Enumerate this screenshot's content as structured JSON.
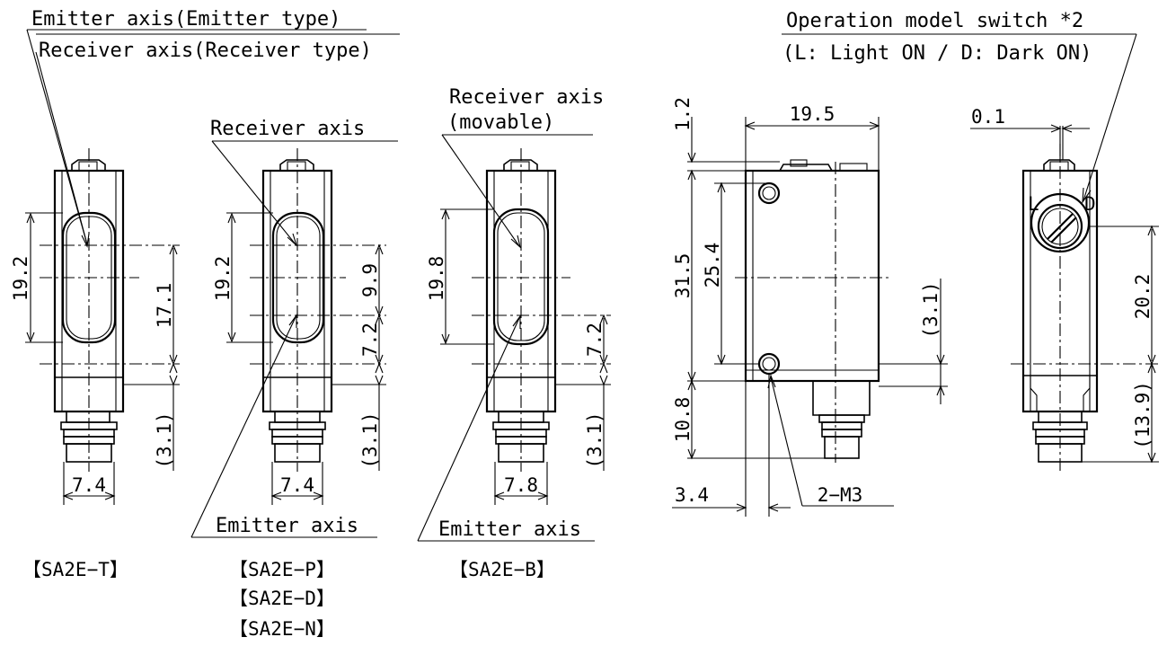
{
  "labels": {
    "emitter_axis_emitter_type": "Emitter axis(Emitter type)",
    "receiver_axis_receiver_type": "Receiver axis(Receiver type)",
    "receiver_axis": "Receiver axis",
    "receiver_axis_movable_1": "Receiver axis",
    "receiver_axis_movable_2": "(movable)",
    "operation_switch_1": "Operation model switch *2",
    "operation_switch_2": "(L: Light ON / D: Dark ON)",
    "emitter_axis_p": "Emitter axis",
    "emitter_axis_b": "Emitter axis",
    "switch_l": "L",
    "switch_d": "D"
  },
  "models": {
    "t": "【SA2E−T】",
    "p": "【SA2E−P】",
    "d": "【SA2E−D】",
    "n": "【SA2E−N】",
    "b": "【SA2E−B】"
  },
  "dimensions": {
    "t_window_height": "19.2",
    "t_axis_to_bottom": "17.1",
    "t_bottom_offset": "(3.1)",
    "t_width": "7.4",
    "p_window_height": "19.2",
    "p_upper": "9.9",
    "p_lower": "7.2",
    "p_bottom_offset": "(3.1)",
    "p_width": "7.4",
    "b_window_height": "19.8",
    "b_lower": "7.2",
    "b_bottom_offset": "(3.1)",
    "b_width": "7.8",
    "side_top_offset": "1.2",
    "side_width": "19.5",
    "side_height": "31.5",
    "side_hole_pitch": "25.4",
    "side_axis_offset": "(3.1)",
    "side_connector": "10.8",
    "side_hole_offset": "3.4",
    "side_screw": "2−M3",
    "rear_offset": "0.1",
    "rear_switch_height": "20.2",
    "rear_bottom": "(13.9)"
  }
}
